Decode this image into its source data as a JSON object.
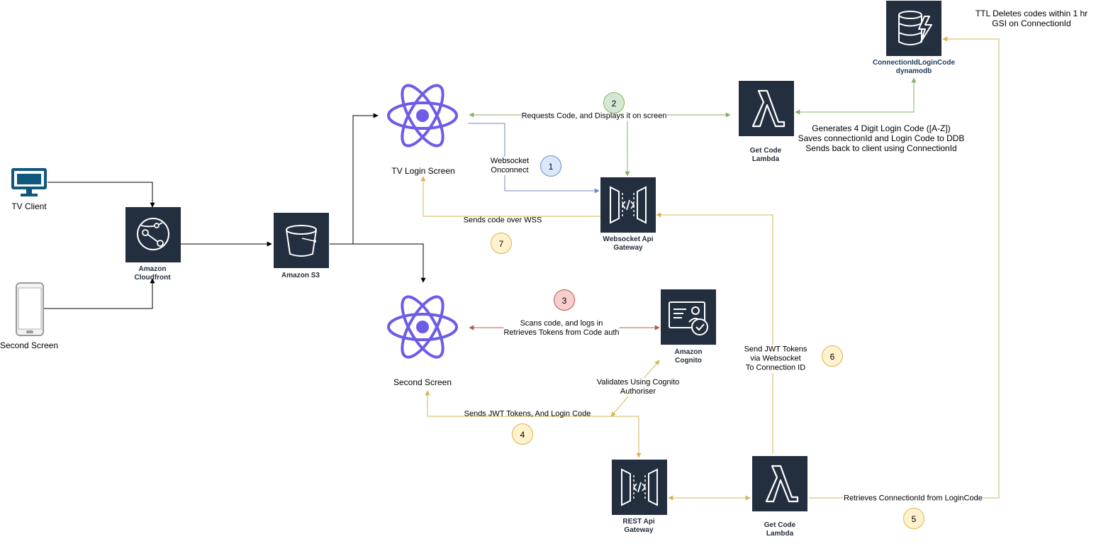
{
  "nodes": {
    "tv_client": "TV Client",
    "second_screen_device": "Second Screen",
    "cloudfront": [
      "Amazon",
      "Cloudfront"
    ],
    "s3": "Amazon S3",
    "tv_login_screen": "TV Login Screen",
    "second_screen_app": "Second Screen",
    "websocket_api": [
      "Websocket Api",
      "Gateway"
    ],
    "get_code_lambda_top": [
      "Get Code",
      "Lambda"
    ],
    "dynamodb": [
      "ConnectionIdLoginCode",
      "dynamodb"
    ],
    "cognito": [
      "Amazon",
      "Cognito"
    ],
    "rest_api": [
      "REST Api",
      "Gateway"
    ],
    "get_code_lambda_bottom": [
      "Get Code",
      "Lambda"
    ]
  },
  "edge_labels": {
    "requests_code": "Requests Code, and Displays it on screen",
    "websocket_onconnect": [
      "Websocket",
      "Onconnect"
    ],
    "sends_code_wss": "Sends code over WSS",
    "scans_code": [
      "Scans code, and logs in",
      "Retrieves Tokens from Code auth"
    ],
    "validates_cognito": [
      "Validates Using Cognito",
      "Authoriser"
    ],
    "sends_jwt_login": "Sends JWT Tokens, And Login Code",
    "send_jwt_ws": [
      "Send JWT Tokens",
      "via Websocket",
      "To Connection ID"
    ],
    "retrieves_connection": "Retrieves ConnectionId from LoginCode"
  },
  "notes": {
    "ttl": [
      "TTL Deletes codes within 1 hr",
      "GSI on ConnectionId"
    ],
    "lambda_desc": [
      "Generates 4 Digit Login Code ([A-Z])",
      "Saves connectionId and Login Code to DDB",
      "Sends back to client using ConnectionId"
    ]
  },
  "steps": [
    "1",
    "2",
    "3",
    "4",
    "5",
    "6",
    "7"
  ],
  "colors": {
    "green": "#82b366",
    "blue": "#6c8ebf",
    "red": "#b85450",
    "yellow": "#d6b656",
    "aws_tile": "#232f3e",
    "react": "#6c5ce7"
  }
}
